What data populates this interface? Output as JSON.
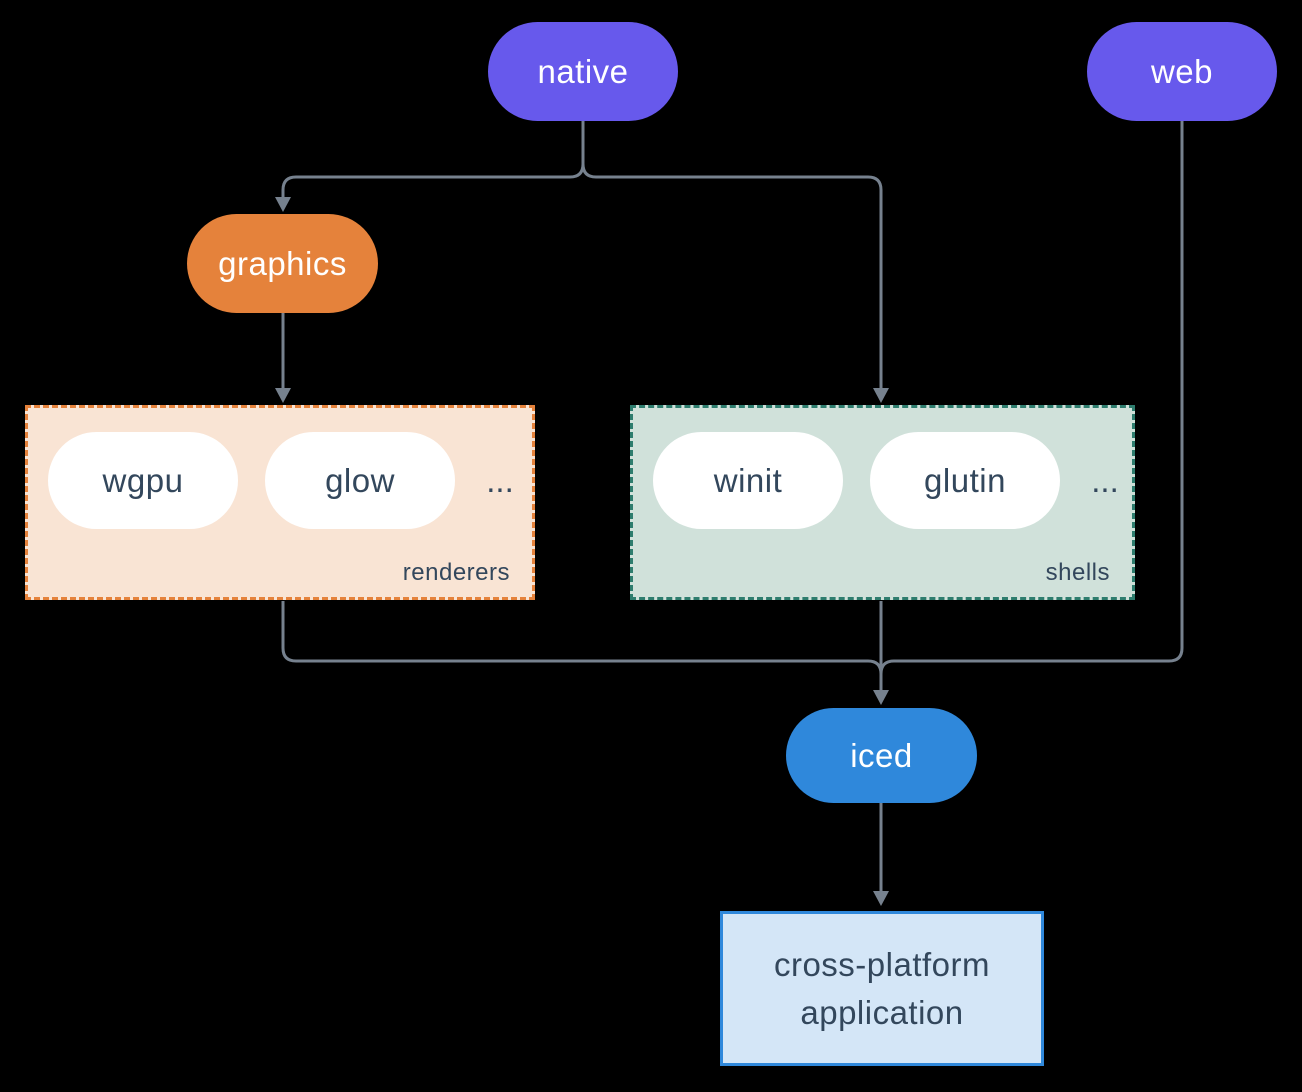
{
  "colors": {
    "background": "#000000",
    "purple": "#6759EC",
    "orange": "#E5823B",
    "blue": "#2F88DB",
    "line": "#76818E",
    "dark-text": "#33475C",
    "white": "#FFFFFF",
    "renderers-fill": "#F9E4D4",
    "shells-fill": "#D0E1DA",
    "shells-border": "#2E7D6E",
    "app-fill": "#D4E6F7"
  },
  "nodes": {
    "native": {
      "label": "native"
    },
    "web": {
      "label": "web"
    },
    "graphics": {
      "label": "graphics"
    },
    "iced": {
      "label": "iced"
    }
  },
  "groups": {
    "renderers": {
      "label": "renderers",
      "items": [
        "wgpu",
        "glow"
      ],
      "ellipsis": "..."
    },
    "shells": {
      "label": "shells",
      "items": [
        "winit",
        "glutin"
      ],
      "ellipsis": "..."
    }
  },
  "app": {
    "line1": "cross-platform",
    "line2": "application"
  }
}
